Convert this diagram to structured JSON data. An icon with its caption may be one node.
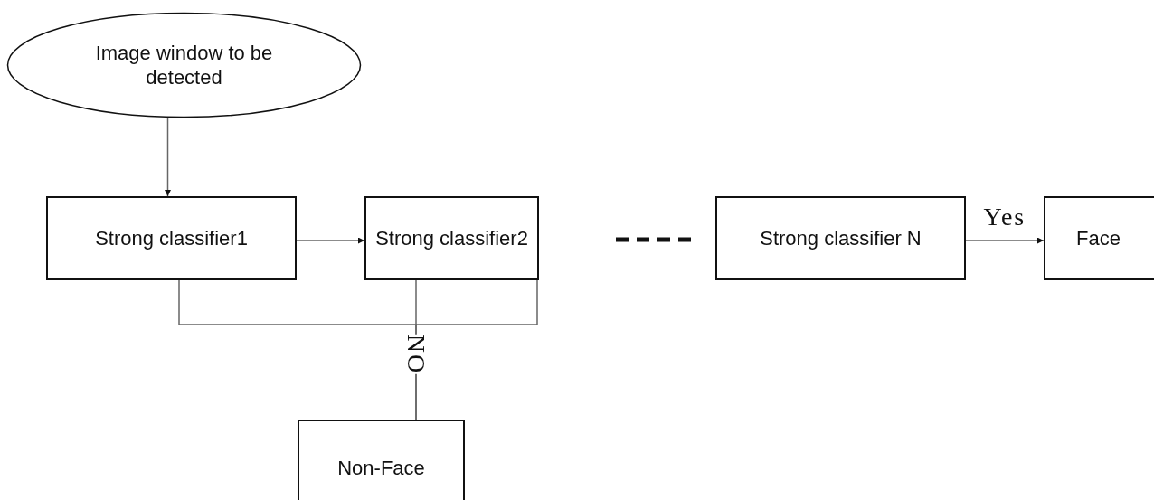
{
  "diagram": {
    "nodes": [
      {
        "text": [
          "Image window to be detected"
        ]
      },
      {
        "text": [
          "Strong classifier1"
        ]
      },
      {
        "text": [
          "Strong classifier2"
        ]
      },
      {
        "text": [
          "Strong classifier N"
        ]
      },
      {
        "text": [
          "Face"
        ]
      },
      {
        "text": [
          "Non-Face"
        ]
      }
    ],
    "edges": [
      {
        "from": 0,
        "to": 1,
        "arrow": "to"
      },
      {
        "from": 1,
        "to": 2,
        "arrow": "to"
      },
      {
        "from": 3,
        "to": 4,
        "arrow": "to",
        "label": "Yes"
      },
      {
        "from": 1,
        "to": 5,
        "arrow": "none",
        "label": "NO"
      },
      {
        "from": 2,
        "to": 5,
        "arrow": "none"
      }
    ]
  }
}
